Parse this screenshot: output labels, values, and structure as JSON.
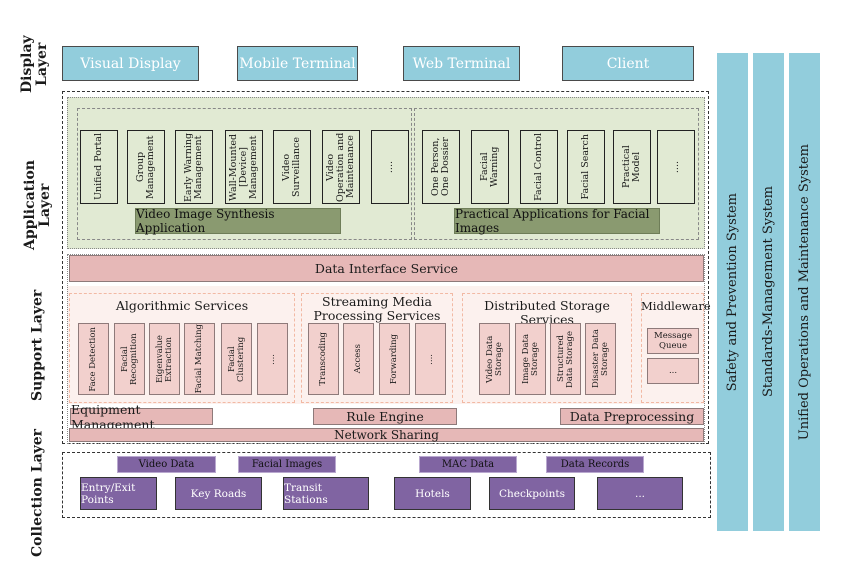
{
  "layers": {
    "display": "Display Layer",
    "application": "Application Layer",
    "support": "Support Layer",
    "collection": "Collection Layer"
  },
  "display_items": [
    "Visual Display",
    "Mobile Terminal",
    "Web Terminal",
    "Client"
  ],
  "application": {
    "video_group": {
      "items": [
        "Unified Portal",
        "Group Management",
        "Early Warning Management",
        "Wall-Mounted [Device] Management",
        "Video Surveillance",
        "Video Operation and Maintenance",
        "...."
      ],
      "band": "Video Image Synthesis Application"
    },
    "facial_group": {
      "items": [
        "One Person, One Dossier",
        "Facial Warning",
        "Facial Control",
        "Facial Search",
        "Practical Model",
        "...."
      ],
      "band": "Practical Applications for Facial Images"
    }
  },
  "support": {
    "data_interface": "Data Interface Service",
    "algorithmic": {
      "title": "Algorithmic Services",
      "items": [
        "Face Detection",
        "Facial Recognition",
        "Eigenvalue Extraction",
        "Facial Matching",
        "Facial Clustering",
        "...."
      ]
    },
    "streaming": {
      "title": "Streaming Media Processing Services",
      "items": [
        "Transcoding",
        "Access",
        "Forwarding",
        "...."
      ]
    },
    "storage": {
      "title": "Distributed Storage Services",
      "items": [
        "Video Data Storage",
        "Image Data Storage",
        "Structured Data Storage",
        "Disaster Data Storage"
      ]
    },
    "middleware": {
      "title": "Middleware",
      "items": [
        "Message Queue",
        "..."
      ]
    },
    "equipment_management": "Equipment Management",
    "rule_engine": "Rule Engine",
    "data_preprocessing": "Data Preprocessing",
    "network_sharing": "Network Sharing"
  },
  "collection": {
    "data_types": [
      "Video Data",
      "Facial Images",
      "MAC Data",
      "Data Records"
    ],
    "locations": [
      "Entry/Exit Points",
      "Key Roads",
      "Transit Stations",
      "Hotels",
      "Checkpoints",
      "..."
    ]
  },
  "side_systems": [
    "Safety and Prevention System",
    "Standards-Management System",
    "Unified Operations and Maintenance System"
  ],
  "colors": {
    "display_blue": "#92cddc",
    "application_green": "#e1ead3",
    "application_band": "#8a9a70",
    "support_pink": "#e6b8b7",
    "support_item": "#f2d0cd",
    "collection_purple": "#8064a2"
  }
}
